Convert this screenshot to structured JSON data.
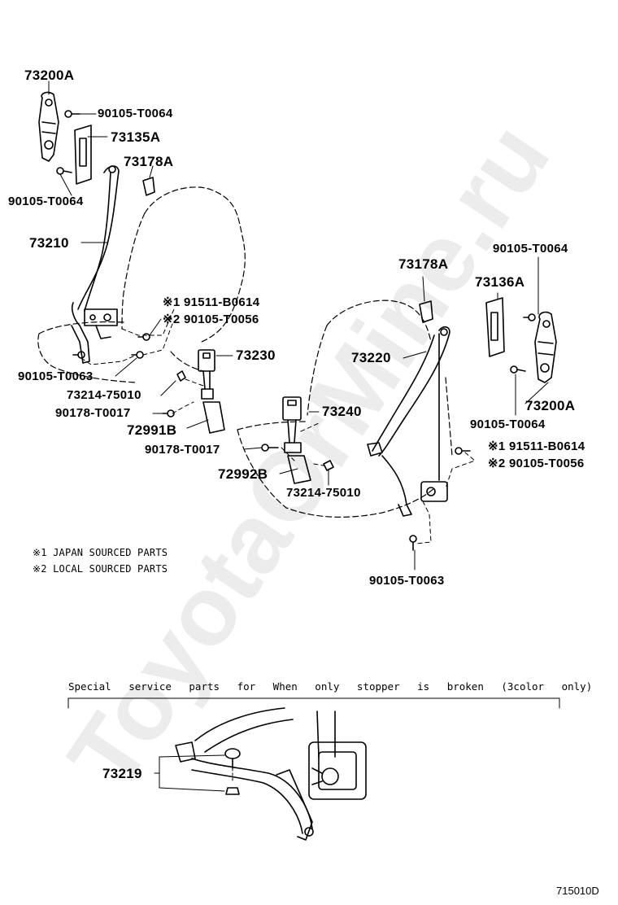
{
  "watermark": "ToyotaOrMine.ru",
  "diagram_code": "715010D",
  "notes": {
    "note1": "※1 JAPAN SOURCED PARTS",
    "note2": "※2 LOCAL SOURCED PARTS"
  },
  "special_caption": "Special service parts for When only stopper is broken (3color only)",
  "left_assembly": {
    "anchor": "73200A",
    "bolt_top": "90105-T0064",
    "cover": "73135A",
    "guide": "73178A",
    "bolt_mid": "90105-T0064",
    "belt": "73210",
    "bolt_j": "※1 91511-B0614",
    "bolt_l": "※2 90105-T0056",
    "bolt_low": "90105-T0063",
    "buckle": "73230",
    "bracket": "73214-75010",
    "screw": "90178-T0017",
    "boot": "72991B"
  },
  "center_assembly": {
    "screw": "90178-T0017",
    "buckle": "73240",
    "boot": "72992B",
    "bracket": "73214-75010"
  },
  "right_assembly": {
    "guide": "73178A",
    "bolt_top": "90105-T0064",
    "cover": "73136A",
    "belt": "73220",
    "anchor": "73200A",
    "bolt_mid": "90105-T0064",
    "bolt_j": "※1 91511-B0614",
    "bolt_l": "※2 90105-T0056",
    "bolt_low": "90105-T0063"
  },
  "stopper_part": "73219"
}
